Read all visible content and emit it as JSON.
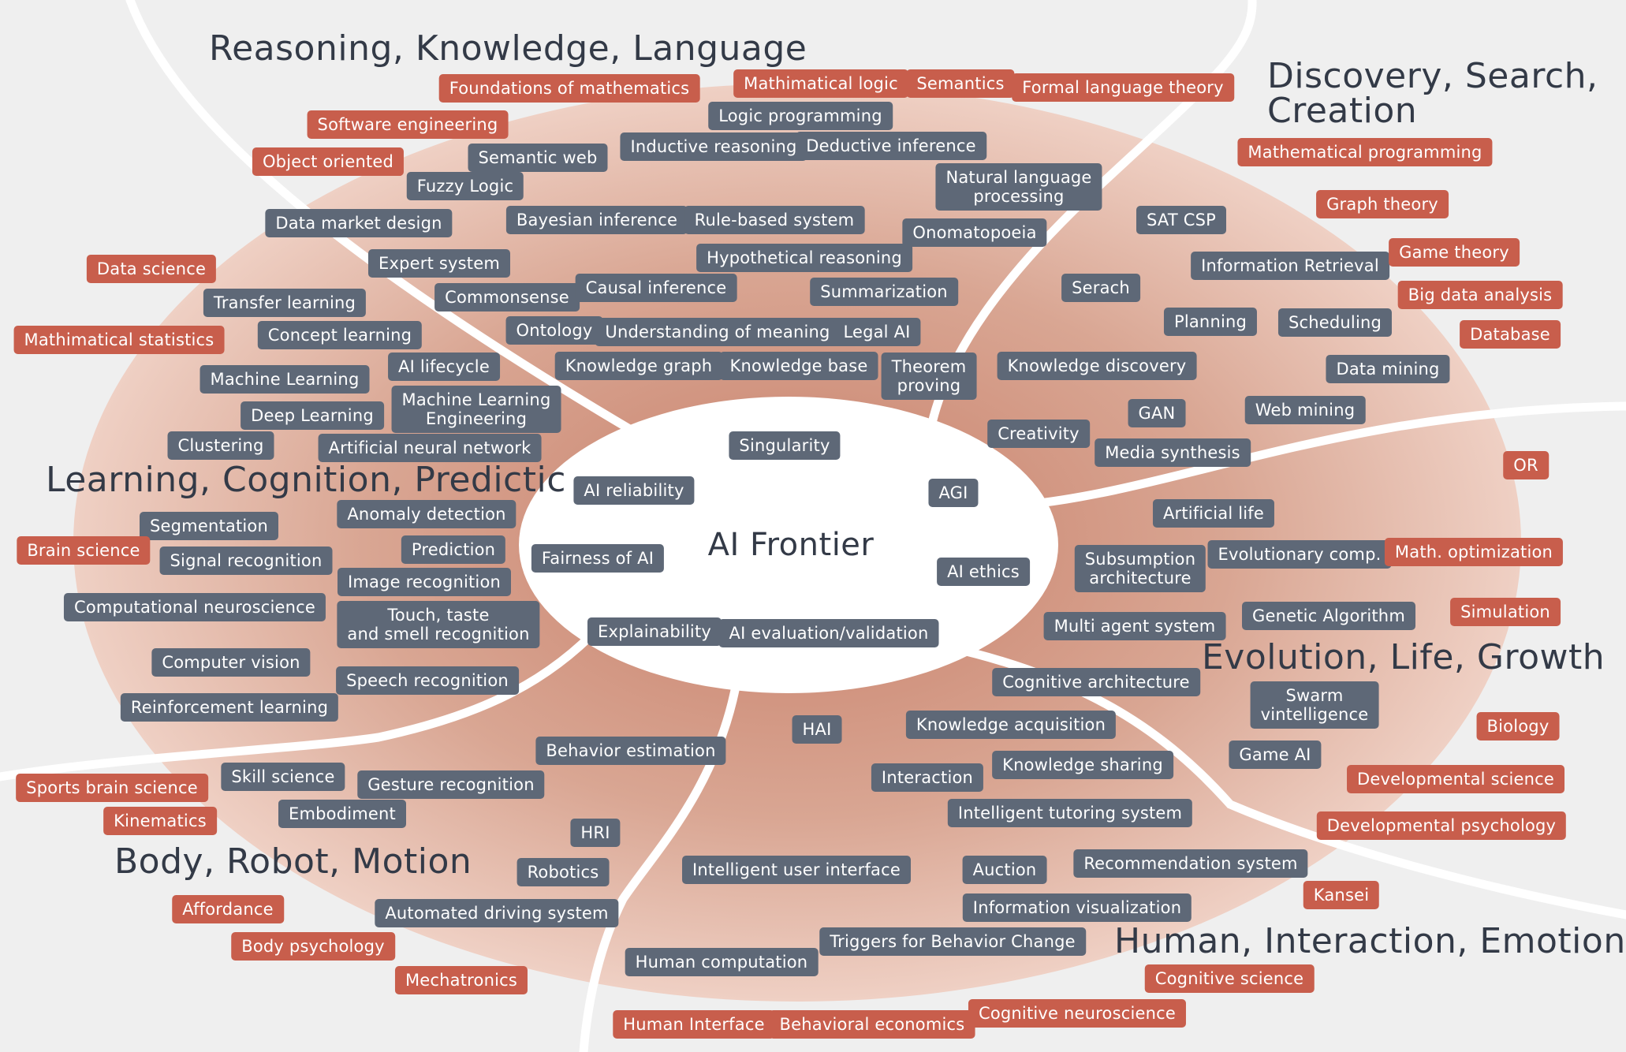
{
  "center": {
    "label": "AI Frontier"
  },
  "areas": {
    "reasoning": "Reasoning, Knowledge, Language",
    "discovery": "Discovery, Search,\nCreation",
    "learning": "Learning, Cognition, Predictic",
    "evolution": "Evolution, Life, Growth",
    "body": "Body, Robot, Motion",
    "human": "Human, Interaction, Emotion"
  },
  "colors": {
    "core_tag": "#5e6877",
    "related_tag": "#c85e4c",
    "background": "#efefef",
    "boundary": "#ffffff"
  },
  "core": {
    "singularity": "Singularity",
    "ai_reliability": "AI reliability",
    "agi": "AGI",
    "fairness": "Fairness of AI",
    "ai_ethics": "AI ethics",
    "explainability": "Explainability",
    "ai_evaluation": "AI evaluation/validation",
    "logic_programming": "Logic programming",
    "inductive_reasoning": "Inductive reasoning",
    "deductive_inference": "Deductive inference",
    "semantic_web": "Semantic web",
    "fuzzy_logic": "Fuzzy Logic",
    "data_market_design": "Data market design",
    "natural_language_processing": "Natural language\nprocessing",
    "bayesian_inference": "Bayesian inference",
    "rule_based_system": "Rule-based system",
    "onomatopoeia": "Onomatopoeia",
    "expert_system": "Expert system",
    "hypothetical_reasoning": "Hypothetical reasoning",
    "commonsense": "Commonsense",
    "causal_inference": "Causal inference",
    "summarization": "Summarization",
    "ontology": "Ontology",
    "understanding_of_meaning": "Understanding of meaning",
    "legal_ai": "Legal AI",
    "knowledge_graph": "Knowledge graph",
    "knowledge_base": "Knowledge base",
    "theorem_proving": "Theorem\nproving",
    "sat_csp": "SAT CSP",
    "information_retrieval": "Information Retrieval",
    "serach": "Serach",
    "planning": "Planning",
    "scheduling": "Scheduling",
    "knowledge_discovery": "Knowledge discovery",
    "data_mining": "Data mining",
    "gan": "GAN",
    "web_mining": "Web mining",
    "creativity": "Creativity",
    "media_synthesis": "Media synthesis",
    "transfer_learning": "Transfer learning",
    "concept_learning": "Concept learning",
    "ai_lifecycle": "AI lifecycle",
    "machine_learning": "Machine Learning",
    "ml_engineering": "Machine Learning\nEngineering",
    "deep_learning": "Deep Learning",
    "clustering": "Clustering",
    "artificial_neural_network": "Artificial neural network",
    "anomaly_detection": "Anomaly detection",
    "segmentation": "Segmentation",
    "prediction": "Prediction",
    "signal_recognition": "Signal recognition",
    "image_recognition": "Image recognition",
    "computational_neuroscience": "Computational neuroscience",
    "touch_taste_smell": "Touch, taste\nand smell recognition",
    "computer_vision": "Computer vision",
    "speech_recognition": "Speech recognition",
    "reinforcement_learning": "Reinforcement learning",
    "artificial_life": "Artificial life",
    "subsumption_architecture": "Subsumption\narchitecture",
    "evolutionary_comp": "Evolutionary comp.",
    "genetic_algorithm": "Genetic Algorithm",
    "multi_agent_system": "Multi agent system",
    "cognitive_architecture": "Cognitive architecture",
    "swarm_intelligence": "Swarm\nvintelligence",
    "game_ai": "Game AI",
    "hai": "HAI",
    "knowledge_acquisition": "Knowledge acquisition",
    "behavior_estimation": "Behavior estimation",
    "interaction": "Interaction",
    "knowledge_sharing": "Knowledge sharing",
    "skill_science": "Skill science",
    "gesture_recognition": "Gesture recognition",
    "intelligent_tutoring": "Intelligent tutoring system",
    "embodiment": "Embodiment",
    "hri": "HRI",
    "robotics": "Robotics",
    "intelligent_user_interface": "Intelligent user interface",
    "auction": "Auction",
    "recommendation_system": "Recommendation system",
    "information_visualization": "Information visualization",
    "automated_driving": "Automated driving system",
    "triggers_behavior_change": "Triggers for Behavior Change",
    "human_computation": "Human computation"
  },
  "related": {
    "foundations_of_mathematics": "Foundations of mathematics",
    "mathimatical_logic": "Mathimatical logic",
    "semantics": "Semantics",
    "formal_language_theory": "Formal language theory",
    "software_engineering": "Software engineering",
    "object_oriented": "Object oriented",
    "mathematical_programming": "Mathematical programming",
    "graph_theory": "Graph theory",
    "game_theory": "Game theory",
    "big_data_analysis": "Big data analysis",
    "database": "Database",
    "data_science": "Data science",
    "mathimatical_statistics": "Mathimatical statistics",
    "or": "OR",
    "brain_science": "Brain science",
    "math_optimization": "Math. optimization",
    "simulation": "Simulation",
    "biology": "Biology",
    "developmental_science": "Developmental science",
    "developmental_psychology": "Developmental psychology",
    "sports_brain_science": "Sports brain science",
    "kinematics": "Kinematics",
    "kansei": "Kansei",
    "affordance": "Affordance",
    "body_psychology": "Body psychology",
    "mechatronics": "Mechatronics",
    "cognitive_science": "Cognitive science",
    "human_interface": "Human Interface",
    "behavioral_economics": "Behavioral economics",
    "cognitive_neuroscience": "Cognitive neuroscience"
  }
}
